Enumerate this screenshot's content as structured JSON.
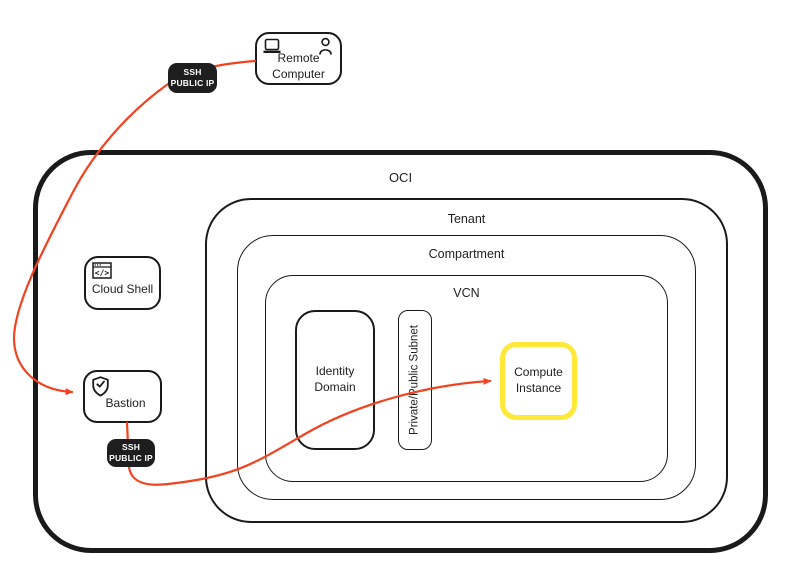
{
  "colors": {
    "arrow": "#f2421f",
    "highlight": "#ffe838",
    "outline": "#1a1a1a",
    "badge-bg": "#1e1e1e"
  },
  "containers": {
    "oci": {
      "label": "OCI"
    },
    "tenant": {
      "label": "Tenant"
    },
    "compartment": {
      "label": "Compartment"
    },
    "vcn": {
      "label": "VCN"
    }
  },
  "nodes": {
    "remote_computer": {
      "label": "Remote Computer"
    },
    "cloud_shell": {
      "label": "Cloud Shell"
    },
    "bastion": {
      "label": "Bastion"
    },
    "identity_domain": {
      "label": "Identity Domain"
    },
    "subnet": {
      "label": "Private/Public Subnet"
    },
    "compute_instance": {
      "label": "Compute Instance"
    }
  },
  "badges": {
    "ssh_top": {
      "line1": "SSH",
      "line2": "PUBLIC IP"
    },
    "ssh_bottom": {
      "line1": "SSH",
      "line2": "PUBLIC IP"
    }
  }
}
